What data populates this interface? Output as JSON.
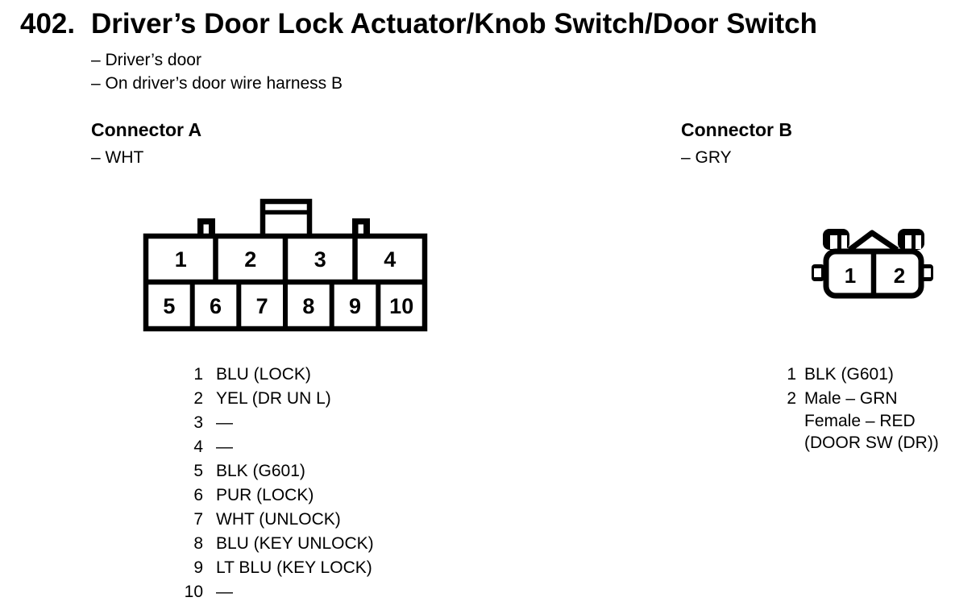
{
  "title": {
    "number": "402.",
    "text": "Driver’s Door Lock Actuator/Knob Switch/Door Switch"
  },
  "location_notes": [
    "– Driver’s door",
    "– On driver’s door wire harness B"
  ],
  "connector_a": {
    "heading": "Connector A",
    "color_note": "– WHT",
    "cavities_top": [
      "1",
      "2",
      "3",
      "4"
    ],
    "cavities_bottom": [
      "5",
      "6",
      "7",
      "8",
      "9",
      "10"
    ],
    "pins": [
      {
        "num": "1",
        "desc": "BLU (LOCK)"
      },
      {
        "num": "2",
        "desc": "YEL (DR UN L)"
      },
      {
        "num": "3",
        "desc": "—"
      },
      {
        "num": "4",
        "desc": "—"
      },
      {
        "num": "5",
        "desc": "BLK (G601)"
      },
      {
        "num": "6",
        "desc": "PUR (LOCK)"
      },
      {
        "num": "7",
        "desc": "WHT (UNLOCK)"
      },
      {
        "num": "8",
        "desc": "BLU (KEY UNLOCK)"
      },
      {
        "num": "9",
        "desc": "LT BLU (KEY LOCK)"
      },
      {
        "num": "10",
        "desc": "—"
      }
    ]
  },
  "connector_b": {
    "heading": "Connector B",
    "color_note": "– GRY",
    "cavities": [
      "1",
      "2"
    ],
    "pins": [
      {
        "num": "1",
        "lines": [
          "BLK (G601)"
        ]
      },
      {
        "num": "2",
        "lines": [
          "Male – GRN",
          "Female – RED",
          "(DOOR SW (DR))"
        ]
      }
    ]
  },
  "ink_color": "#000000",
  "paper_color": "#ffffff"
}
